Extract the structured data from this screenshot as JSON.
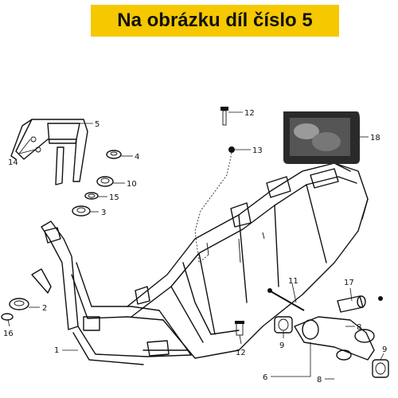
{
  "header": {
    "title": "Na obrázku díl číslo 5",
    "bg": "#f5c800",
    "text_color": "#111111"
  },
  "callouts": [
    {
      "label": "1"
    },
    {
      "label": "2"
    },
    {
      "label": "3"
    },
    {
      "label": "4"
    },
    {
      "label": "5"
    },
    {
      "label": "6"
    },
    {
      "label": "8"
    },
    {
      "label": "8"
    },
    {
      "label": "9"
    },
    {
      "label": "9"
    },
    {
      "label": "10"
    },
    {
      "label": "11"
    },
    {
      "label": "12"
    },
    {
      "label": "12"
    },
    {
      "label": "13"
    },
    {
      "label": "14"
    },
    {
      "label": "15"
    },
    {
      "label": "16"
    },
    {
      "label": "17"
    },
    {
      "label": "18"
    }
  ]
}
